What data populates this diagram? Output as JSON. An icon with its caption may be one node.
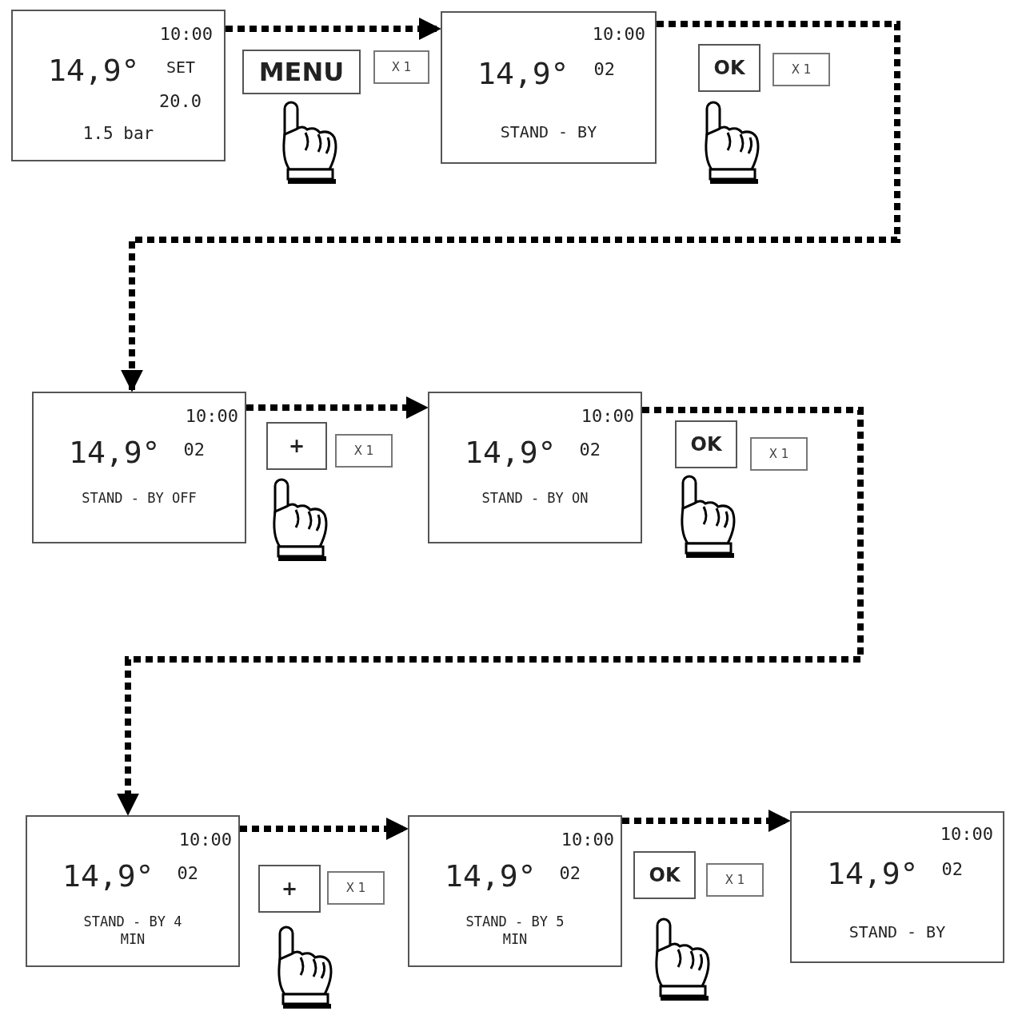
{
  "diagram": {
    "nodes": [
      {
        "text": [
          "10:00",
          "14,9°",
          "SET",
          "20.0",
          "1.5 bar"
        ]
      },
      {
        "text": [
          "MENU"
        ]
      },
      {
        "text": [
          "X 1"
        ]
      },
      {
        "text": [
          "10:00",
          "14,9°",
          "02",
          "STAND - BY"
        ]
      },
      {
        "text": [
          "OK"
        ]
      },
      {
        "text": [
          "X 1"
        ]
      },
      {
        "text": [
          "10:00",
          "14,9°",
          "02",
          "STAND - BY OFF"
        ]
      },
      {
        "text": [
          "+"
        ]
      },
      {
        "text": [
          "X 1"
        ]
      },
      {
        "text": [
          "10:00",
          "14,9°",
          "02",
          "STAND - BY ON"
        ]
      },
      {
        "text": [
          "OK"
        ]
      },
      {
        "text": [
          "X 1"
        ]
      },
      {
        "text": [
          "10:00",
          "14,9°",
          "02",
          "STAND - BY 4 MIN"
        ]
      },
      {
        "text": [
          "+"
        ]
      },
      {
        "text": [
          "X 1"
        ]
      },
      {
        "text": [
          "10:00",
          "14,9°",
          "02",
          "STAND - BY 5 MIN"
        ]
      },
      {
        "text": [
          "OK"
        ]
      },
      {
        "text": [
          "X 1"
        ]
      },
      {
        "text": [
          "10:00",
          "14,9°",
          "02",
          "STAND - BY"
        ]
      }
    ],
    "edges": [
      {
        "from": 0,
        "to": 3,
        "arrow": "to",
        "style": "dashed"
      },
      {
        "from": 3,
        "to": 6,
        "arrow": "to",
        "style": "dashed"
      },
      {
        "from": 6,
        "to": 9,
        "arrow": "to",
        "style": "dashed"
      },
      {
        "from": 9,
        "to": 12,
        "arrow": "to",
        "style": "dashed"
      },
      {
        "from": 12,
        "to": 15,
        "arrow": "to",
        "style": "dashed"
      },
      {
        "from": 15,
        "to": 18,
        "arrow": "to",
        "style": "dashed"
      }
    ]
  }
}
